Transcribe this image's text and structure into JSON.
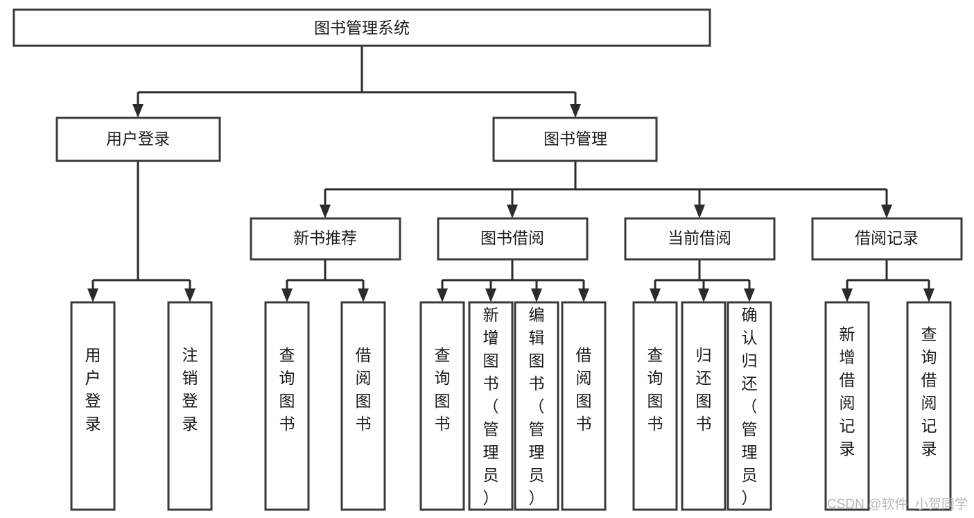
{
  "diagram": {
    "title": "图书管理系统",
    "type": "tree-hierarchy",
    "orientation": "top-down",
    "root": {
      "id": "root",
      "label": "图书管理系统"
    },
    "level2": [
      {
        "id": "user-login",
        "label": "用户登录"
      },
      {
        "id": "book-management",
        "label": "图书管理"
      }
    ],
    "level3": [
      {
        "id": "new-book-recommend",
        "label": "新书推荐",
        "parent": "book-management"
      },
      {
        "id": "book-borrow",
        "label": "图书借阅",
        "parent": "book-management"
      },
      {
        "id": "current-borrow",
        "label": "当前借阅",
        "parent": "book-management"
      },
      {
        "id": "borrow-record",
        "label": "借阅记录",
        "parent": "book-management"
      }
    ],
    "leaves": [
      {
        "id": "leaf-user-login",
        "label": "用户登录",
        "parent": "user-login"
      },
      {
        "id": "leaf-logout-login",
        "label": "注销登录",
        "parent": "user-login"
      },
      {
        "id": "leaf-query-book-1",
        "label": "查询图书",
        "parent": "new-book-recommend"
      },
      {
        "id": "leaf-borrow-book-1",
        "label": "借阅图书",
        "parent": "new-book-recommend"
      },
      {
        "id": "leaf-query-book-2",
        "label": "查询图书",
        "parent": "book-borrow"
      },
      {
        "id": "leaf-add-book",
        "label": "新增图书（管理员）",
        "parent": "book-borrow"
      },
      {
        "id": "leaf-edit-book",
        "label": "编辑图书（管理员）",
        "parent": "book-borrow"
      },
      {
        "id": "leaf-borrow-book-2",
        "label": "借阅图书",
        "parent": "book-borrow"
      },
      {
        "id": "leaf-query-book-3",
        "label": "查询图书",
        "parent": "current-borrow"
      },
      {
        "id": "leaf-return-book",
        "label": "归还图书",
        "parent": "current-borrow"
      },
      {
        "id": "leaf-confirm-return",
        "label": "确认归还（管理员）",
        "parent": "current-borrow"
      },
      {
        "id": "leaf-add-record",
        "label": "新增借阅记录",
        "parent": "borrow-record"
      },
      {
        "id": "leaf-query-record",
        "label": "查询借阅记录",
        "parent": "borrow-record"
      }
    ]
  },
  "watermark": {
    "text": "CSDN @软件_小贺同学"
  },
  "colors": {
    "box_stroke": "#3a3a3a",
    "connector": "#2b2b2b",
    "text": "#1a1a1a",
    "background": "#ffffff",
    "watermark": "#b8b8b8"
  }
}
